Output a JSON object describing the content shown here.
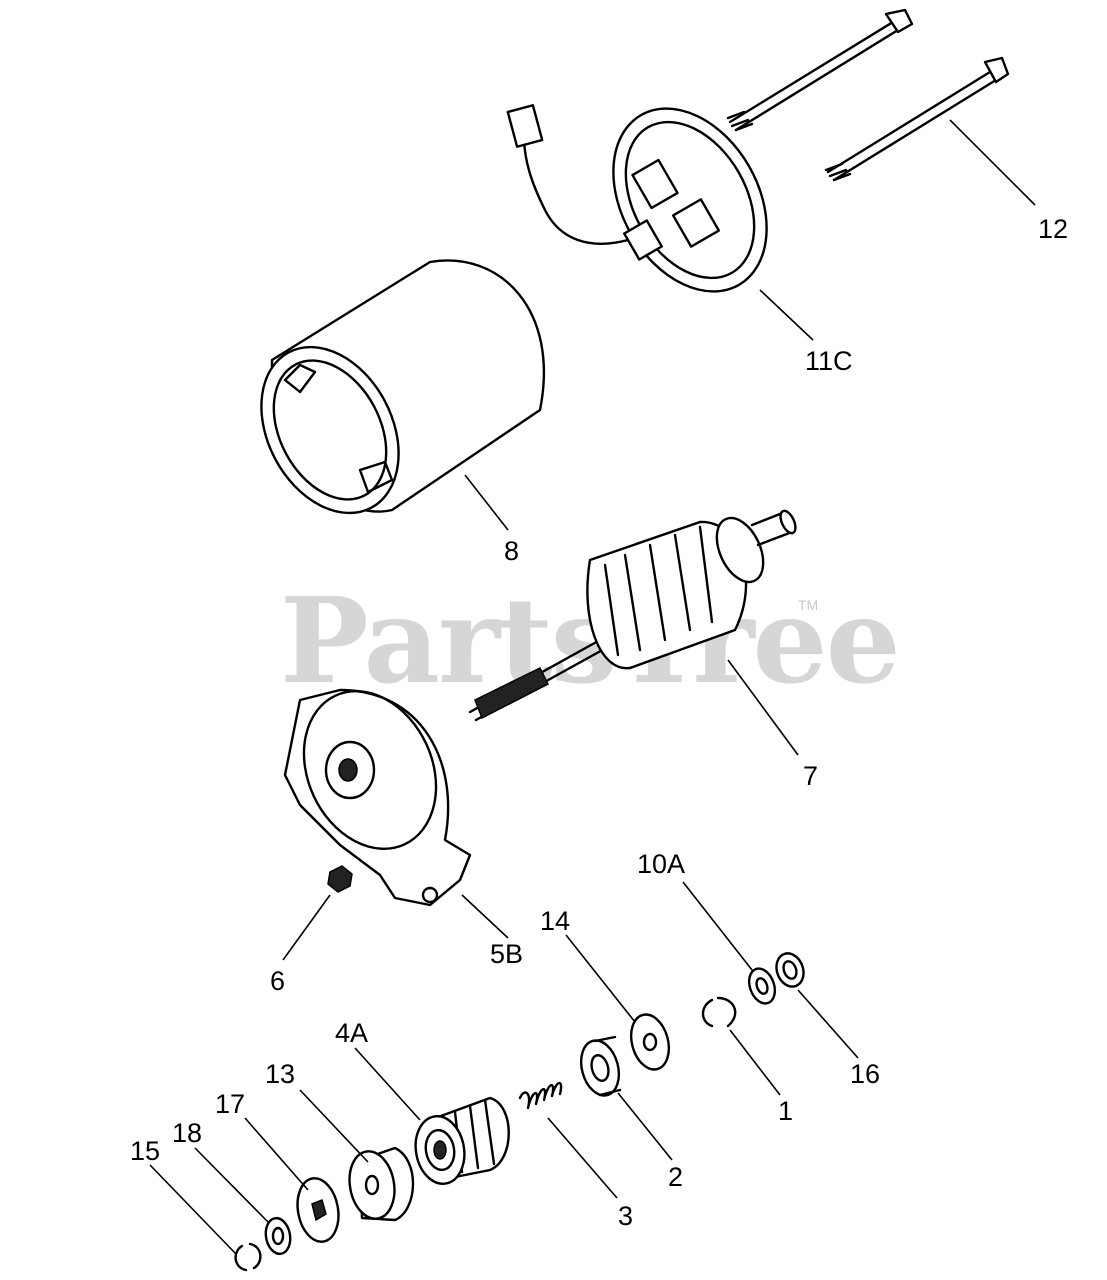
{
  "watermark": {
    "text": "PartsTree",
    "trademark": "TM",
    "color": "#d6d6d6"
  },
  "callouts": {
    "c12": "12",
    "c11C": "11C",
    "c8": "8",
    "c7": "7",
    "c6": "6",
    "c5B": "5B",
    "c10A": "10A",
    "c14": "14",
    "c16": "16",
    "c1": "1",
    "c2": "2",
    "c3": "3",
    "c4A": "4A",
    "c13": "13",
    "c17": "17",
    "c18": "18",
    "c15": "15"
  }
}
